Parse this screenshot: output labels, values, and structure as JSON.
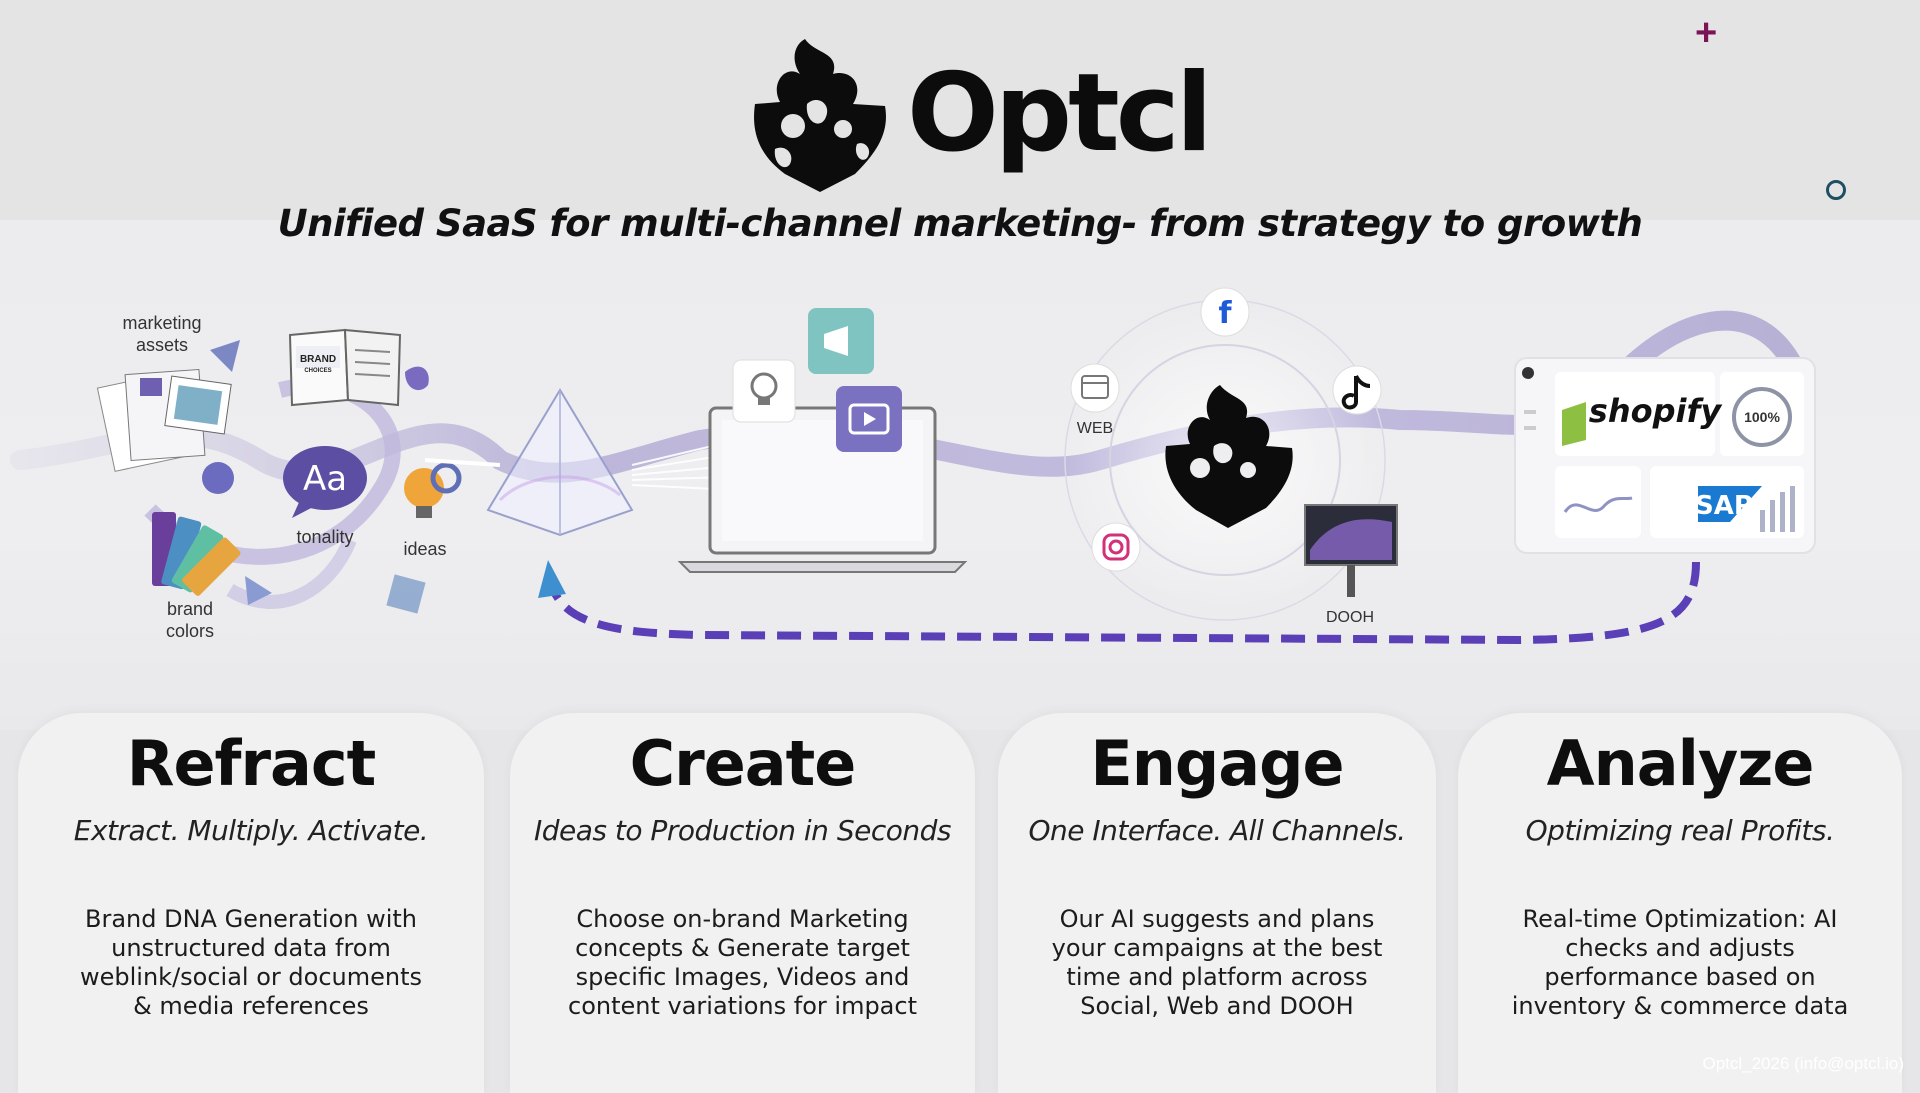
{
  "brand": {
    "name": "Optcl"
  },
  "tagline": "Unified SaaS for multi-channel marketing- from strategy to growth",
  "refract_scene": {
    "marketing_assets": "marketing\nassets",
    "brand_book_cover": "BRAND\nCHOICES",
    "tonality_glyph": "Aa",
    "tonality": "tonality",
    "ideas": "ideas",
    "brand_colors": "brand\ncolors"
  },
  "engage_scene": {
    "web": "WEB",
    "dooh": "DOOH"
  },
  "analyze_scene": {
    "shopify": "shopify",
    "gauge_value": "100%",
    "sap": "SAP"
  },
  "cards": [
    {
      "title": "Refract",
      "subtitle": "Extract. Multiply. Activate.",
      "description": "Brand DNA Generation with unstructured data from weblink/social or documents & media references"
    },
    {
      "title": "Create",
      "subtitle": "Ideas to Production in Seconds",
      "description": "Choose on-brand Marketing concepts & Generate target specific Images, Videos and content variations for impact"
    },
    {
      "title": "Engage",
      "subtitle": "One Interface. All Channels.",
      "description": "Our AI suggests and plans your campaigns at the best time and platform across Social, Web and DOOH"
    },
    {
      "title": "Analyze",
      "subtitle": "Optimizing real Profits.",
      "description": "Real-time Optimization: AI checks and adjusts performance based on inventory & commerce data"
    }
  ],
  "footer": "Optcl_2026 (info@optcl.io)",
  "colors": {
    "accent_purple": "#5a3fb6",
    "loop_lavender": "#b9b3d6",
    "plus_magenta": "#7a1457",
    "circle_teal": "#1f4f63"
  }
}
